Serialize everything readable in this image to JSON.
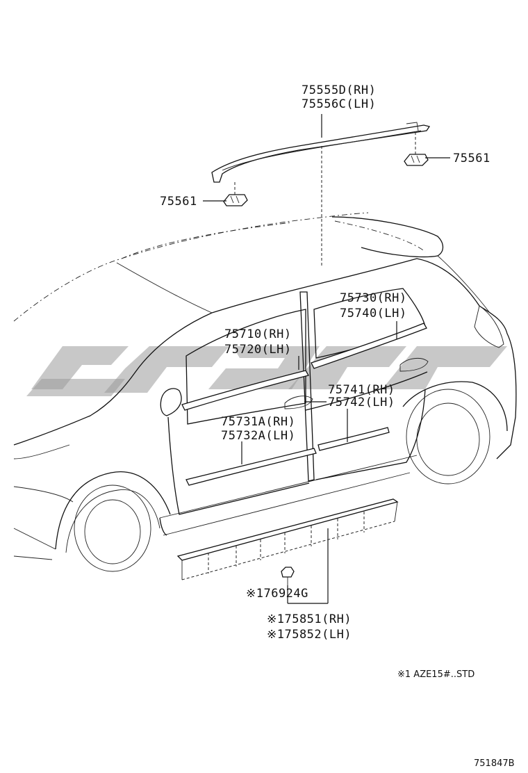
{
  "callouts": {
    "roof_molding_rh": "75555D(RH)",
    "roof_molding_lh": "75556C(LH)",
    "clip_right": "75561",
    "clip_left": "75561",
    "rear_door_upper_rh": "75730(RH)",
    "rear_door_upper_lh": "75740(LH)",
    "front_door_upper_rh": "75710(RH)",
    "front_door_upper_lh": "75720(LH)",
    "rear_door_lower_rh": "75741(RH)",
    "rear_door_lower_lh": "75742(LH)",
    "front_door_lower_rh": "75731A(RH)",
    "front_door_lower_lh": "75732A(LH)",
    "rocker_clip": "※176924G",
    "rocker_rh": "※175851(RH)",
    "rocker_lh": "※175852(LH)"
  },
  "footnote": "※1 AZE15#..STD",
  "figure_id": "751847B"
}
